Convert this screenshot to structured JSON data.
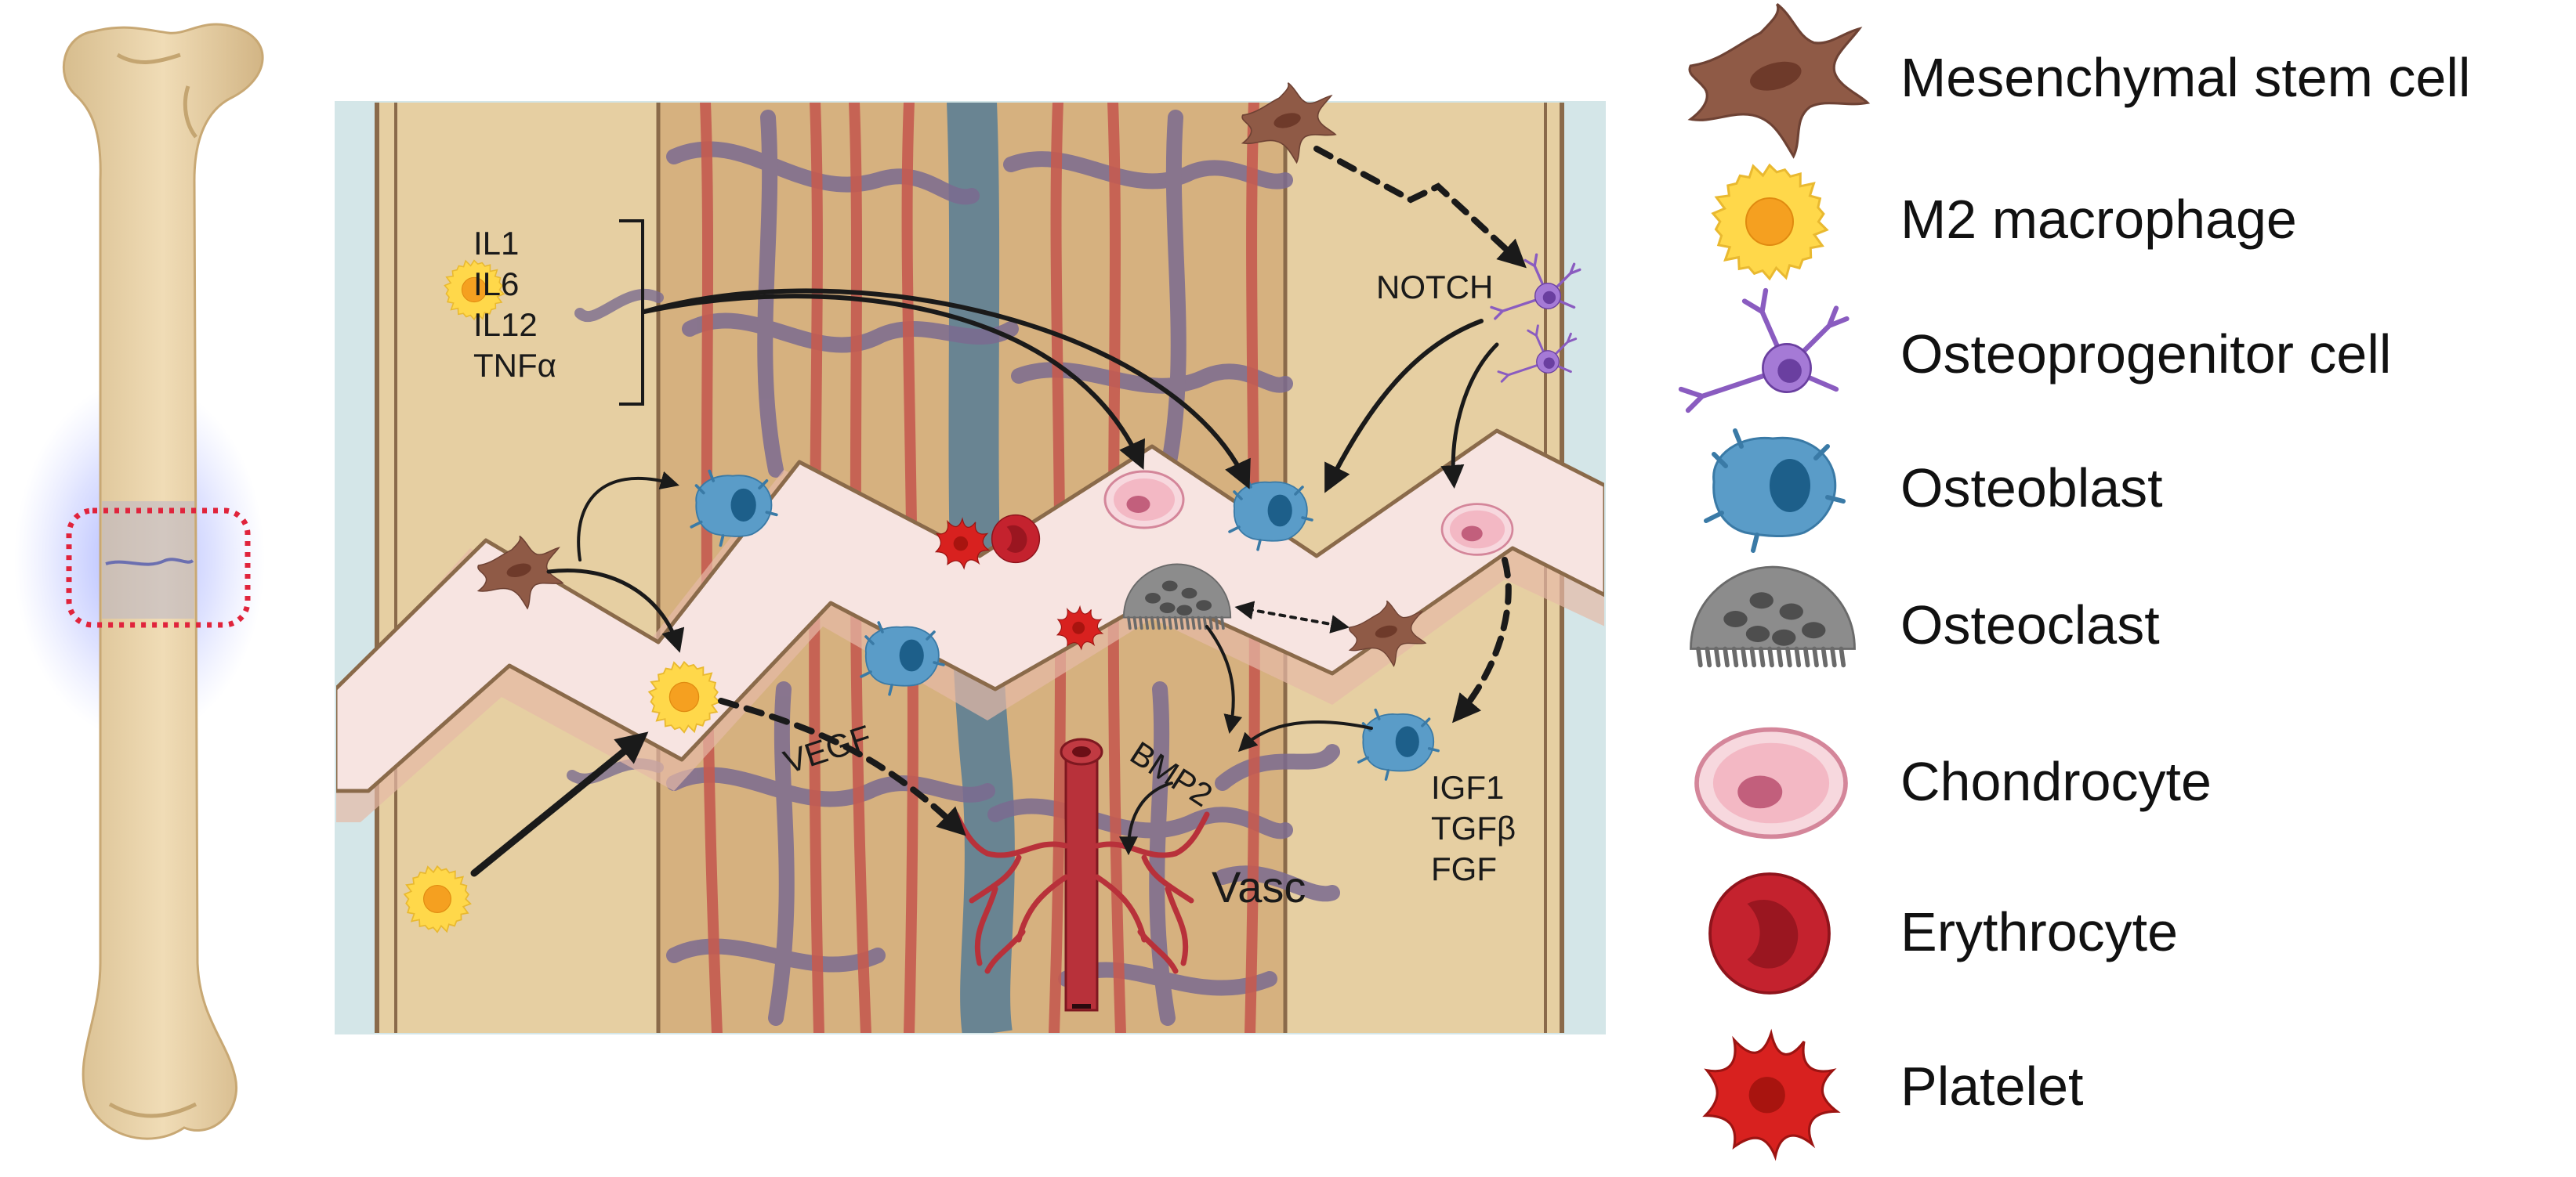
{
  "legend": [
    {
      "key": "msc",
      "label": "Mesenchymal stem cell",
      "icon": "mesenchymal-stem-cell-icon"
    },
    {
      "key": "m2",
      "label": "M2 macrophage",
      "icon": "m2-macrophage-icon"
    },
    {
      "key": "opc",
      "label": "Osteoprogenitor cell",
      "icon": "osteoprogenitor-cell-icon"
    },
    {
      "key": "ob",
      "label": "Osteoblast",
      "icon": "osteoblast-icon"
    },
    {
      "key": "oc",
      "label": "Osteoclast",
      "icon": "osteoclast-icon"
    },
    {
      "key": "ch",
      "label": "Chondrocyte",
      "icon": "chondrocyte-icon"
    },
    {
      "key": "er",
      "label": "Erythrocyte",
      "icon": "erythrocyte-icon"
    },
    {
      "key": "pl",
      "label": "Platelet",
      "icon": "platelet-icon"
    }
  ],
  "scene": {
    "cytokines": [
      "IL1",
      "IL6",
      "IL12",
      "TNFα"
    ],
    "notch": "NOTCH",
    "vegf": "VEGF",
    "bmp2": "BMP2",
    "growth_factors": [
      "IGF1",
      "TGFβ",
      "FGF"
    ],
    "vasc": "Vasc"
  },
  "colors": {
    "bone": "#e8d3a8",
    "bone_shade": "#c9ab78",
    "callus": "#f6e2e0",
    "callus_edge": "#8a6a4a",
    "periosteum": "#d8e8ea",
    "marrow": "#d9b98a",
    "vessel_red": "#c0504a",
    "vessel_purple": "#7a6a8e",
    "vessel_blue": "#5c7f94",
    "msc": "#8f5a46",
    "m2": "#ffd84a",
    "m2_core": "#f5a020",
    "opc": "#8a5cc0",
    "osteoblast": "#5a9cc8",
    "osteoclast": "#8c8c8c",
    "chondrocyte": "#f3b8c4",
    "erythrocyte": "#c4222e",
    "platelet": "#d8211f"
  }
}
